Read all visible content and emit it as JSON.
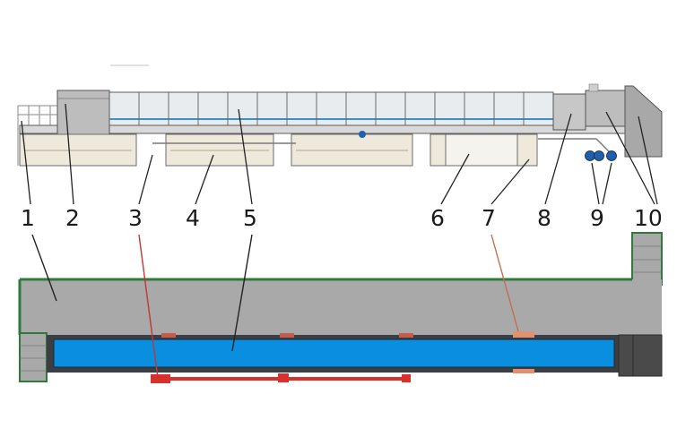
{
  "diagram": {
    "callouts": [
      {
        "id": "c1",
        "label": "1"
      },
      {
        "id": "c2",
        "label": "2"
      },
      {
        "id": "c3",
        "label": "3"
      },
      {
        "id": "c4",
        "label": "4"
      },
      {
        "id": "c5",
        "label": "5"
      },
      {
        "id": "c6",
        "label": "6"
      },
      {
        "id": "c7",
        "label": "7"
      },
      {
        "id": "c8",
        "label": "8"
      },
      {
        "id": "c9",
        "label": "9"
      },
      {
        "id": "c10",
        "label": "10"
      }
    ],
    "colors": {
      "frame": "#5a5a5a",
      "panel_fill": "#e8ecef",
      "tank_fill": "#efe9dc",
      "blue_strip": "#3b8fc9",
      "plan_gray": "#a9a9a9",
      "plan_green": "#2f7a3b",
      "water_blue": "#0a8ee0",
      "hydraulic_red": "#d9302c",
      "pump_blue": "#1f5fb0"
    }
  }
}
